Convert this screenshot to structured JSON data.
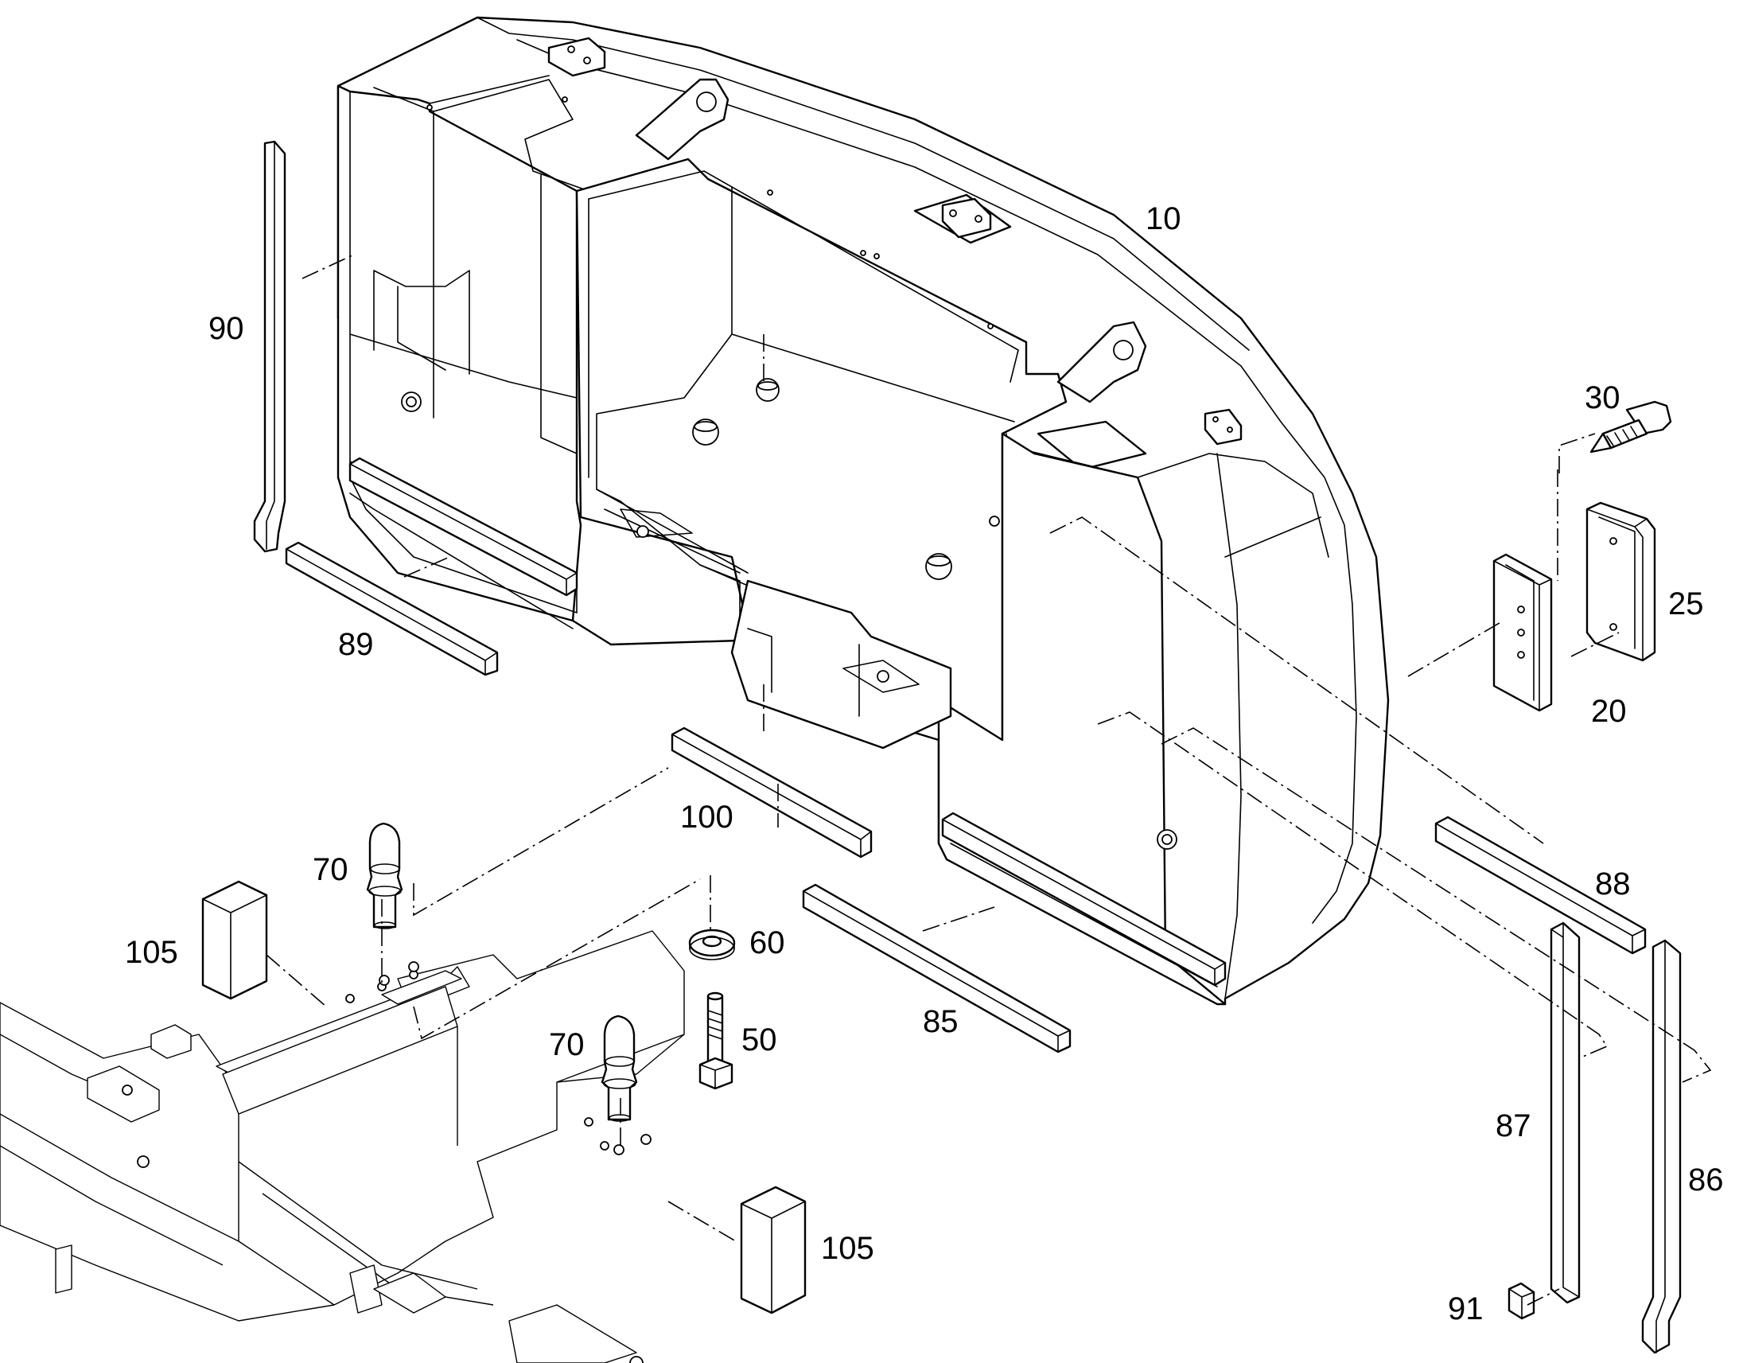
{
  "callouts": [
    {
      "id": "10",
      "label": "10"
    },
    {
      "id": "20",
      "label": "20"
    },
    {
      "id": "25",
      "label": "25"
    },
    {
      "id": "30",
      "label": "30"
    },
    {
      "id": "50",
      "label": "50"
    },
    {
      "id": "60",
      "label": "60"
    },
    {
      "id": "70a",
      "label": "70"
    },
    {
      "id": "70b",
      "label": "70"
    },
    {
      "id": "85",
      "label": "85"
    },
    {
      "id": "86",
      "label": "86"
    },
    {
      "id": "87",
      "label": "87"
    },
    {
      "id": "88",
      "label": "88"
    },
    {
      "id": "89",
      "label": "89"
    },
    {
      "id": "90",
      "label": "90"
    },
    {
      "id": "91",
      "label": "91"
    },
    {
      "id": "100",
      "label": "100"
    },
    {
      "id": "105a",
      "label": "105"
    },
    {
      "id": "105b",
      "label": "105"
    }
  ]
}
